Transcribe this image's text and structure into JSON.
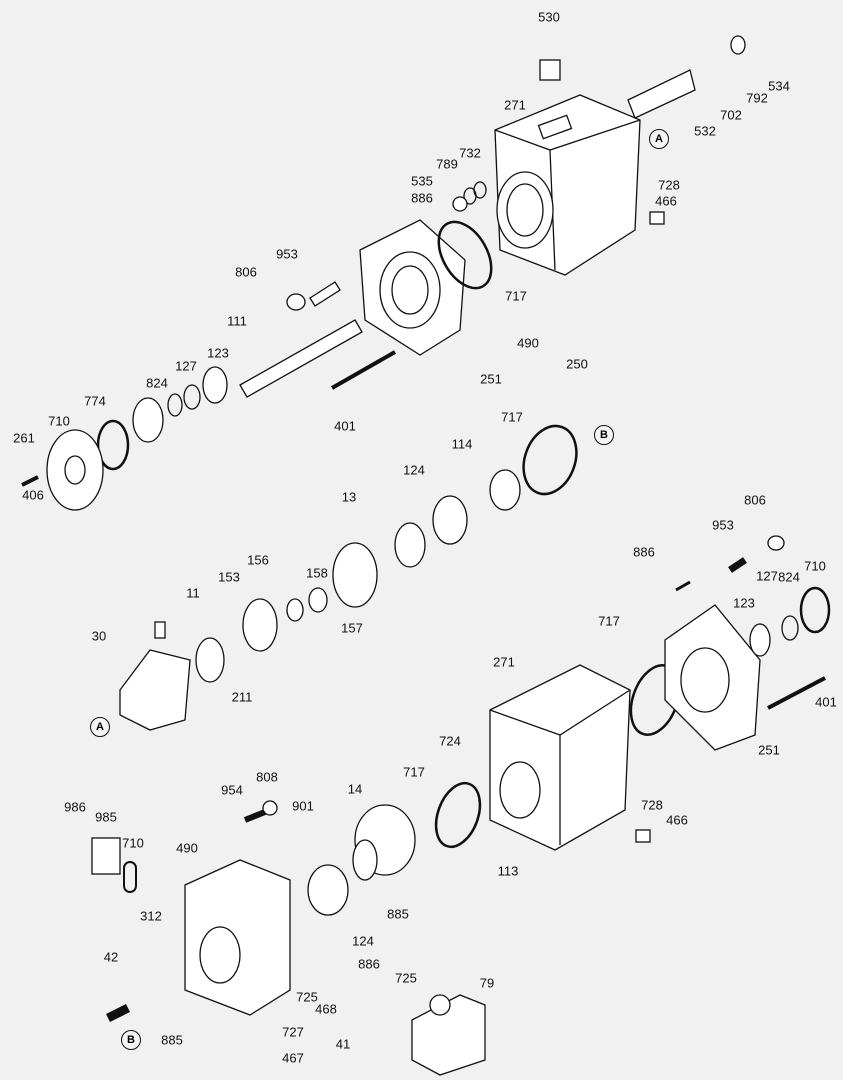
{
  "diagram": {
    "part_numbers": [
      "530",
      "534",
      "792",
      "702",
      "532",
      "271",
      "732",
      "789",
      "535",
      "728",
      "466",
      "886",
      "953",
      "806",
      "717",
      "111",
      "490",
      "250",
      "251",
      "123",
      "127",
      "824",
      "774",
      "710",
      "261",
      "401",
      "406",
      "717",
      "114",
      "124",
      "13",
      "806",
      "953",
      "886",
      "710",
      "127",
      "824",
      "123",
      "158",
      "156",
      "153",
      "11",
      "157",
      "30",
      "717",
      "211",
      "271",
      "401",
      "251",
      "724",
      "808",
      "14",
      "717",
      "954",
      "986",
      "985",
      "901",
      "710",
      "490",
      "728",
      "466",
      "113",
      "312",
      "885",
      "124",
      "886",
      "42",
      "725",
      "79",
      "725",
      "468",
      "727",
      "41",
      "885",
      "467"
    ],
    "reference_markers": [
      "A",
      "B",
      "A",
      "B"
    ]
  }
}
